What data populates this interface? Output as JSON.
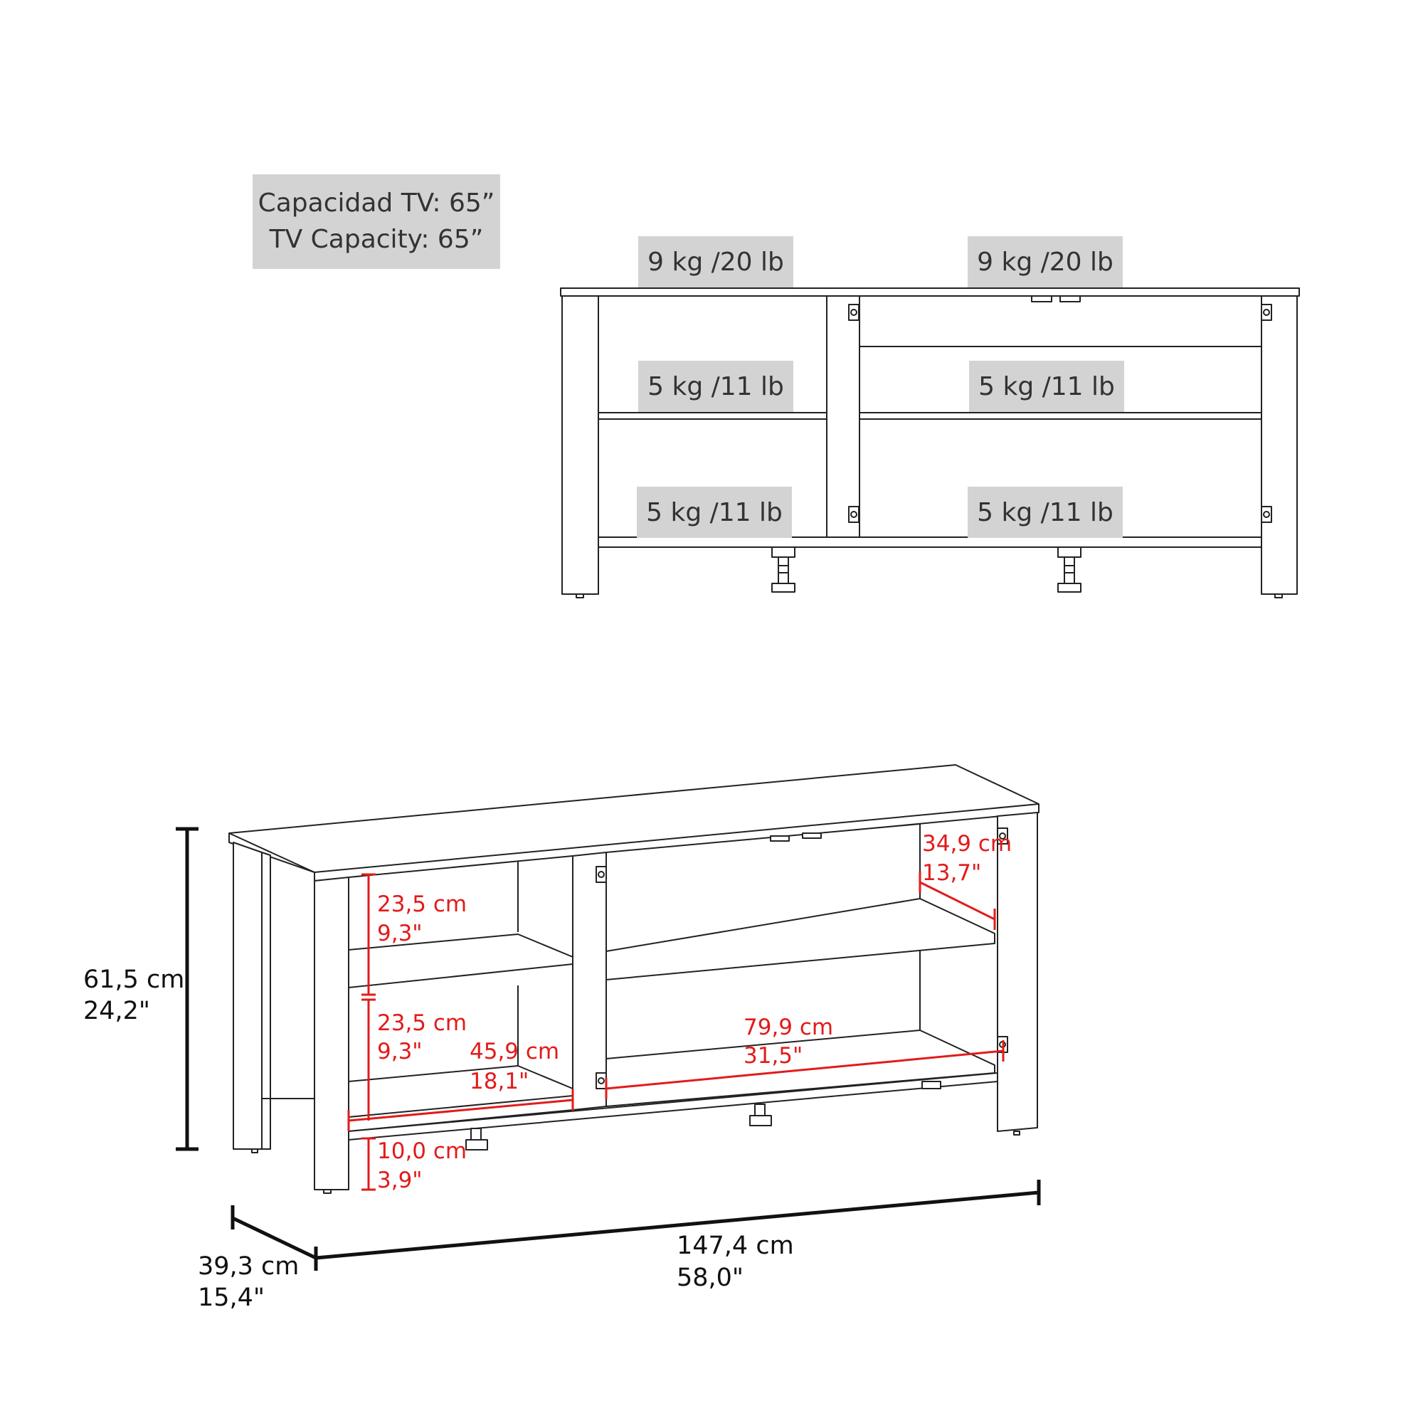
{
  "capacity_box": {
    "line1": "Capacidad TV: 65”",
    "line2": "TV Capacity: 65”"
  },
  "weights": {
    "top_left": "9 kg /20 lb",
    "top_right": "9 kg /20 lb",
    "mid_left": "5 kg /11 lb",
    "mid_right": "5 kg /11 lb",
    "bottom_left": "5 kg /11 lb",
    "bottom_right": "5 kg /11 lb"
  },
  "dimensions": {
    "height_cm": "61,5 cm",
    "height_in": "24,2\"",
    "depth_cm": "39,3 cm",
    "depth_in": "15,4\"",
    "width_cm": "147,4 cm",
    "width_in": "58,0\""
  },
  "inner_dimensions": {
    "upper_shelf_cm": "23,5 cm",
    "upper_shelf_in": "9,3\"",
    "lower_shelf_cm": "23,5 cm",
    "lower_shelf_in": "9,3\"",
    "left_width_cm": "45,9 cm",
    "left_width_in": "18,1\"",
    "right_width_cm": "79,9 cm",
    "right_width_in": "31,5\"",
    "depth_cm": "34,9 cm",
    "depth_in": "13,7\"",
    "clearance_cm": "10,0 cm",
    "clearance_in": "3,9\""
  },
  "colors": {
    "label_bg": "#d3d3d3",
    "accent": "#e21b1b",
    "line": "#222222"
  }
}
